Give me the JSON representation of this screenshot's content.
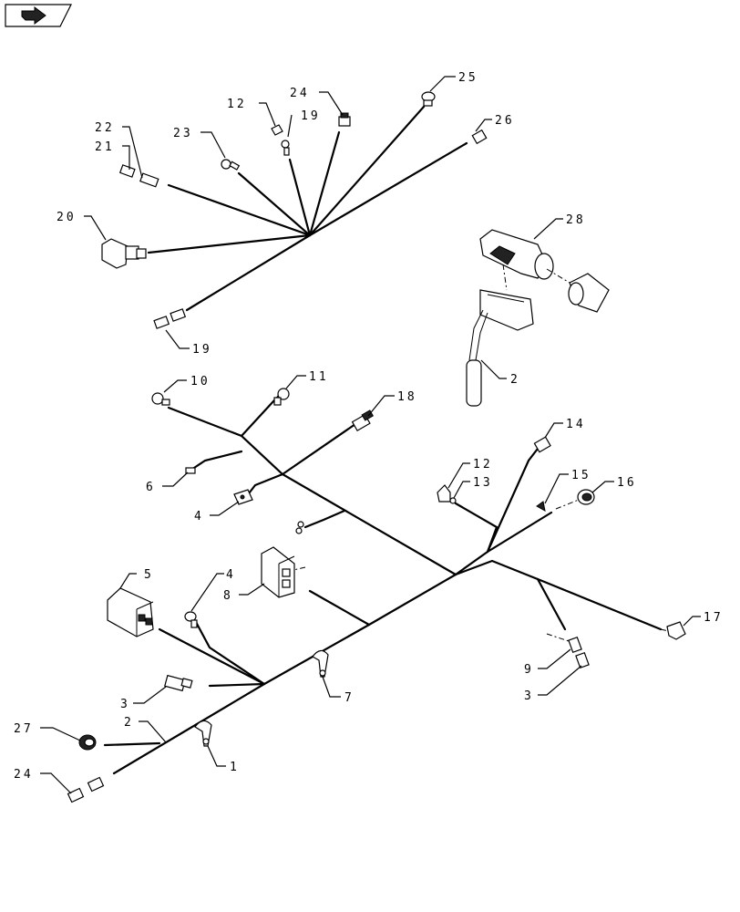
{
  "diagram": {
    "labels": {
      "c12a": "12",
      "c24a": "24",
      "c19a": "19",
      "c25": "25",
      "c26": "26",
      "c22": "22",
      "c21": "21",
      "c23": "23",
      "c20": "20",
      "c19b": "19",
      "c28": "28",
      "c2a": "2",
      "c10": "10",
      "c11": "11",
      "c18": "18",
      "c6": "6",
      "c4a": "4",
      "c14": "14",
      "c12b": "12",
      "c13": "13",
      "c15": "15",
      "c16": "16",
      "c5": "5",
      "c4b": "4",
      "c8": "8",
      "c17": "17",
      "c9": "9",
      "c3a": "3",
      "c3b": "3",
      "c7": "7",
      "c27": "27",
      "c2b": "2",
      "c1": "1",
      "c24b": "24"
    }
  }
}
